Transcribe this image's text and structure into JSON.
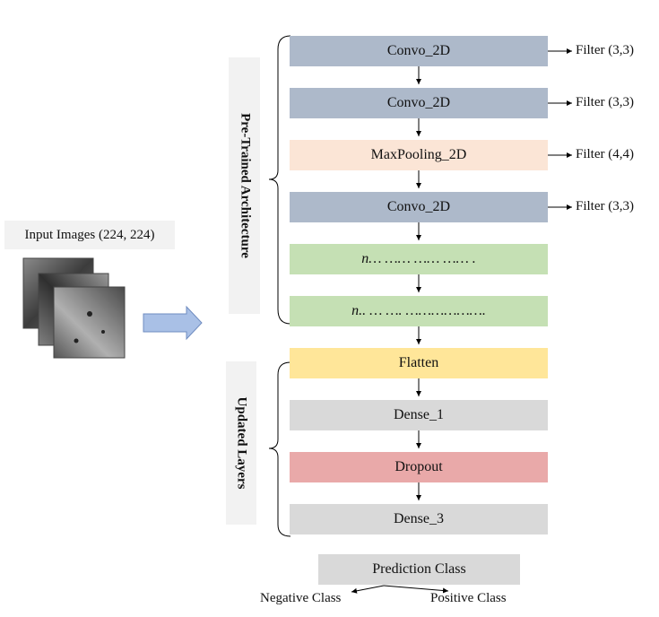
{
  "input": {
    "label": "Input Images (224, 224)"
  },
  "pretrained": {
    "label": "Pre-Trained Architecture",
    "layers": [
      {
        "text": "Convo_2D",
        "filter": "Filter (3,3)"
      },
      {
        "text": "Convo_2D",
        "filter": "Filter (3,3)"
      },
      {
        "text": "MaxPooling_2D",
        "filter": "Filter (4,4)"
      },
      {
        "text": "Convo_2D",
        "filter": "Filter (3,3)"
      },
      {
        "text": "n… …… …… …… ."
      },
      {
        "text": "n.. … …. ………………."
      }
    ]
  },
  "updated": {
    "label": "Updated Layers",
    "layers": [
      {
        "text": "Flatten"
      },
      {
        "text": "Dense_1"
      },
      {
        "text": "Dropout"
      },
      {
        "text": "Dense_3"
      }
    ]
  },
  "output": {
    "label": "Prediction Class",
    "classes": [
      "Negative Class",
      "Positive Class"
    ]
  },
  "colors": {
    "conv": "#adb9ca",
    "pool": "#fbe5d6",
    "placeholder": "#c5e0b4",
    "flatten": "#ffe699",
    "dense": "#d9d9d9",
    "dropout": "#e9a9a9",
    "arrow": "#a9c0e6"
  }
}
